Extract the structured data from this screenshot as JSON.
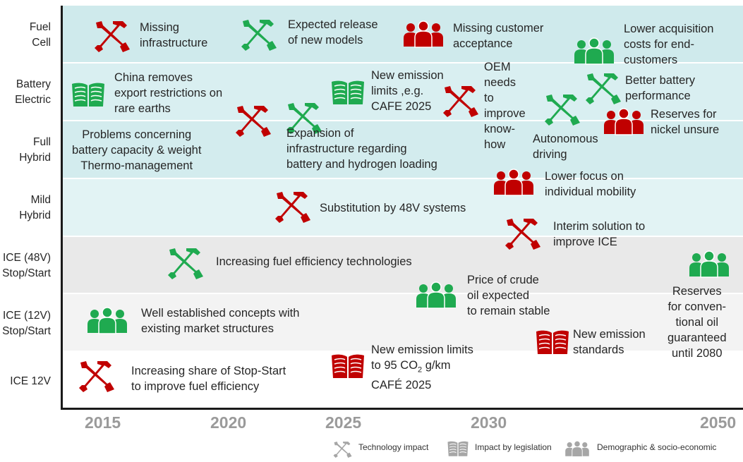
{
  "rows": [
    "Fuel\nCell",
    "Battery\nElectric",
    "Full\nHybrid",
    "Mild\nHybrid",
    "ICE (48V)\nStop/Start",
    "ICE (12V)\nStop/Start",
    "ICE 12V"
  ],
  "years": [
    "2015",
    "2020",
    "2025",
    "2030",
    "2050"
  ],
  "items": {
    "missing_infrastructure": "Missing\ninfrastructure",
    "expected_release": "Expected release\nof new models",
    "missing_customer": "Missing customer\nacceptance",
    "lower_acquisition": "Lower acquisition\ncosts for end-\ncustomers",
    "china_removes": "China removes\nexport restrictions on\nrare earths",
    "new_emission_limits_eg": "New emission\nlimits ,e.g.\nCAFE 2025",
    "oem_needs": "OEM\nneeds\nto\nimprove\nknow-\nhow",
    "better_battery": "Better battery\nperformance",
    "reserves_nickel": "Reserves for\nnickel unsure",
    "autonomous": "Autonomous\ndriving",
    "problems_battery": "Problems concerning\nbattery capacity & weight\nThermo-management",
    "expansion_infra": "Expansion of\ninfrastructure regarding\nbattery and hydrogen loading",
    "lower_focus": "Lower focus on\nindividual mobility",
    "substitution_48v": "Substitution by 48V systems",
    "interim_solution": "Interim solution to\nimprove ICE",
    "increasing_fuel_eff": "Increasing fuel efficiency technologies",
    "price_crude": "Price of crude\noil expected\nto remain stable",
    "reserves_oil": "Reserves\nfor conven-\ntional oil\nguaranteed\nuntil 2080",
    "well_established": "Well established concepts with\nexisting market structures",
    "new_emission_standards": "New emission\nstandards",
    "new_emission_95_l1": "New emission limits",
    "new_emission_95_l2a": "to 95 CO",
    "new_emission_95_sub": "2",
    "new_emission_95_l2b": " g/km",
    "new_emission_95_l3": "CAFÉ 2025",
    "increasing_share": "Increasing share of Stop-Start\nto improve fuel efficiency"
  },
  "legend": {
    "technology": "Technology impact",
    "legislation": "Impact by legislation",
    "demographic": "Demographic & socio-economic"
  },
  "colors": {
    "red": "#c00000",
    "green": "#1faa50",
    "band_teal": "#d2ecee",
    "band_teal_light": "#e4f4f5",
    "band_gray": "#e8e8e8",
    "band_gray_light": "#f2f2f2",
    "legend_gray": "#a6a6a6"
  }
}
